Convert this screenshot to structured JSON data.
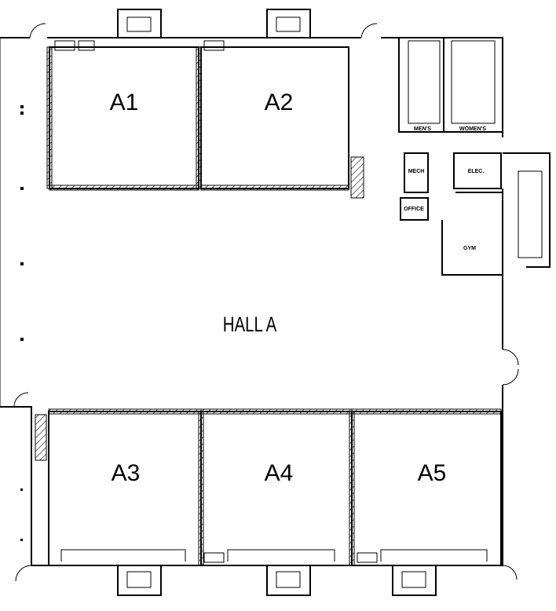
{
  "plan": {
    "hall_label": "HALL A",
    "rooms": [
      "A1",
      "A2",
      "A3",
      "A4",
      "A5"
    ],
    "service_rooms": {
      "mens": "MEN'S",
      "womens": "WOMEN'S",
      "mech": "MECH",
      "elec": "ELEC.",
      "office": "OFFICE",
      "gym": "GYM"
    }
  }
}
